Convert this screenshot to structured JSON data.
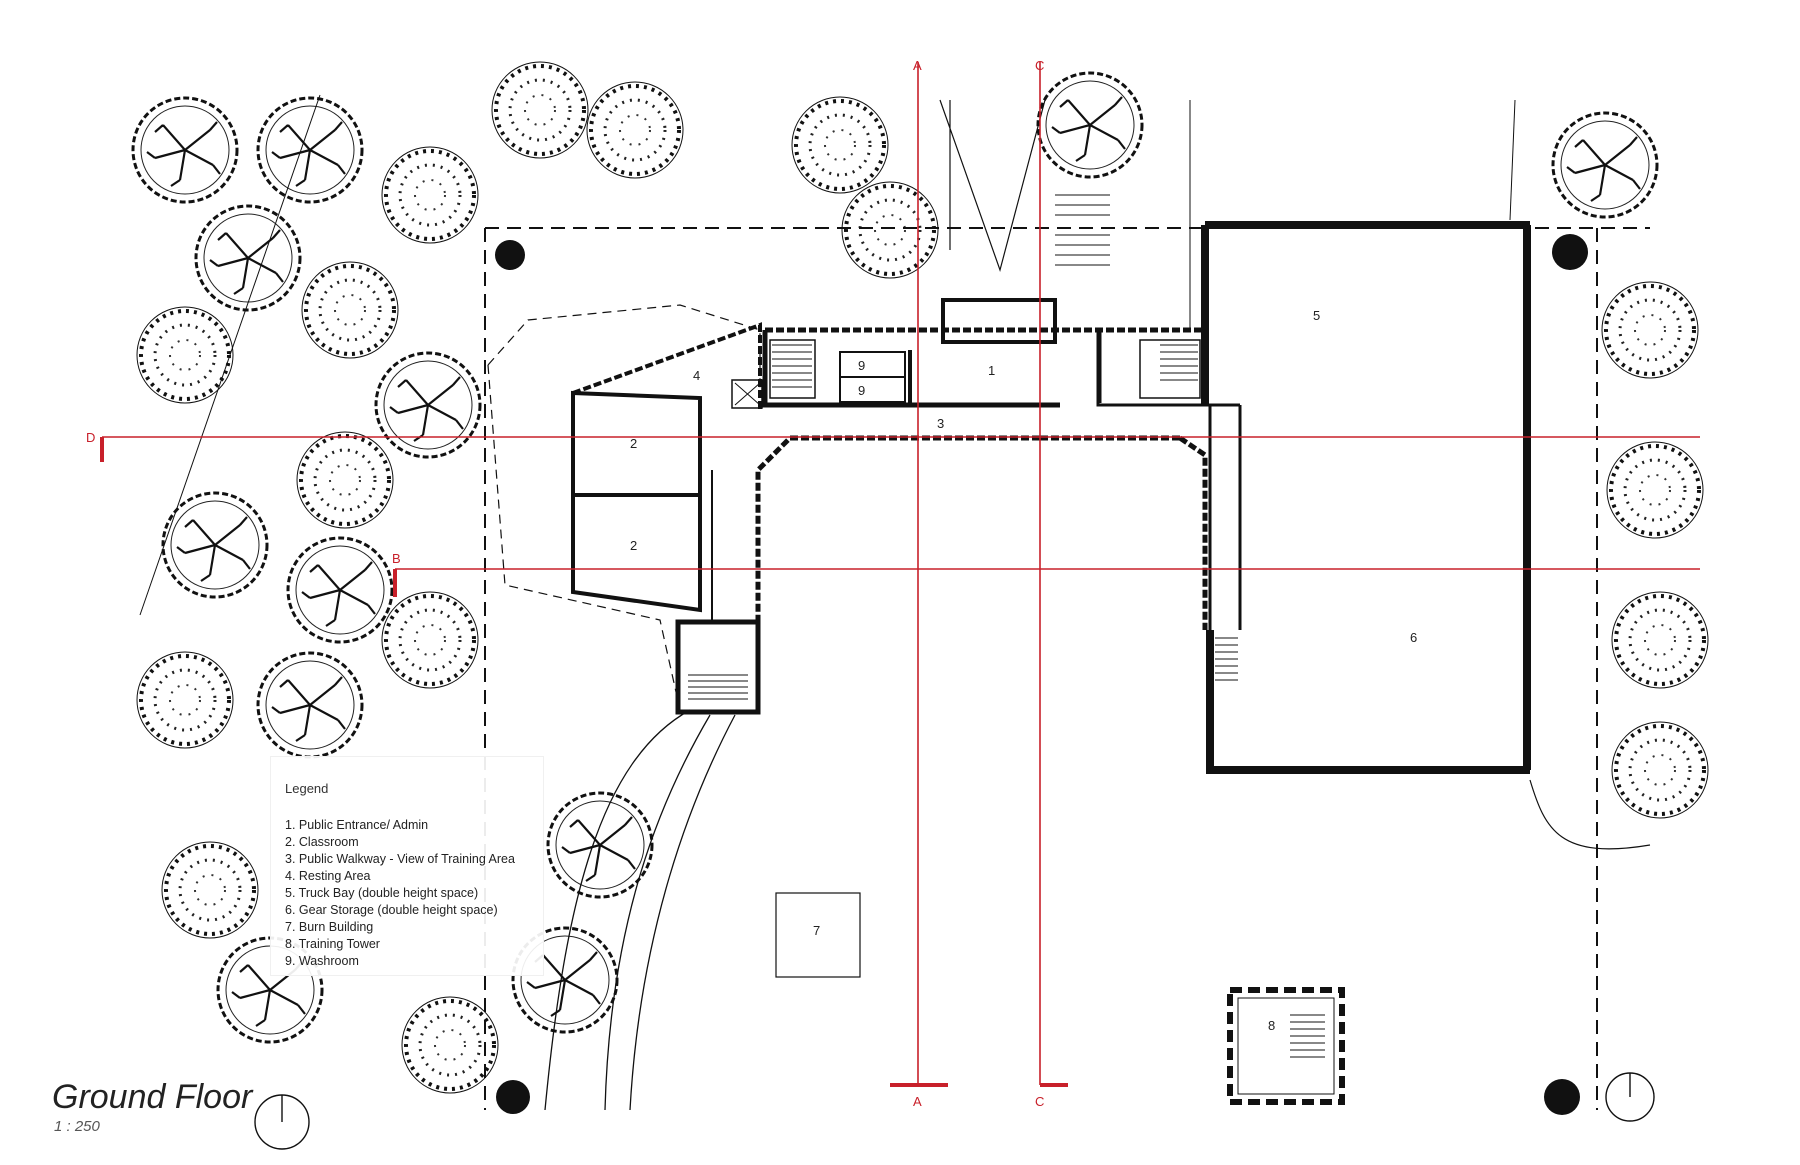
{
  "drawing": {
    "title": "Ground Floor",
    "scale": "1 : 250"
  },
  "rooms": {
    "r1": "1",
    "r2a": "2",
    "r2b": "2",
    "r3": "3",
    "r4": "4",
    "r5": "5",
    "r6": "6",
    "r7": "7",
    "r8": "8",
    "r9a": "9",
    "r9b": "9"
  },
  "sections": {
    "a_top": "A",
    "a_bottom": "A",
    "c_top": "C",
    "c_bottom": "C",
    "d": "D",
    "b": "B"
  },
  "legend": {
    "title": "Legend",
    "items": [
      "1. Public Entrance/ Admin",
      "2. Classroom",
      "3. Public Walkway - View of Training Area",
      "4. Resting Area",
      "5. Truck Bay (double height space)",
      "6. Gear Storage (double height space)",
      "7. Burn Building",
      "8. Training Tower",
      "9. Washroom"
    ]
  },
  "colors": {
    "section_line": "#c8202a",
    "walls": "#111111"
  }
}
